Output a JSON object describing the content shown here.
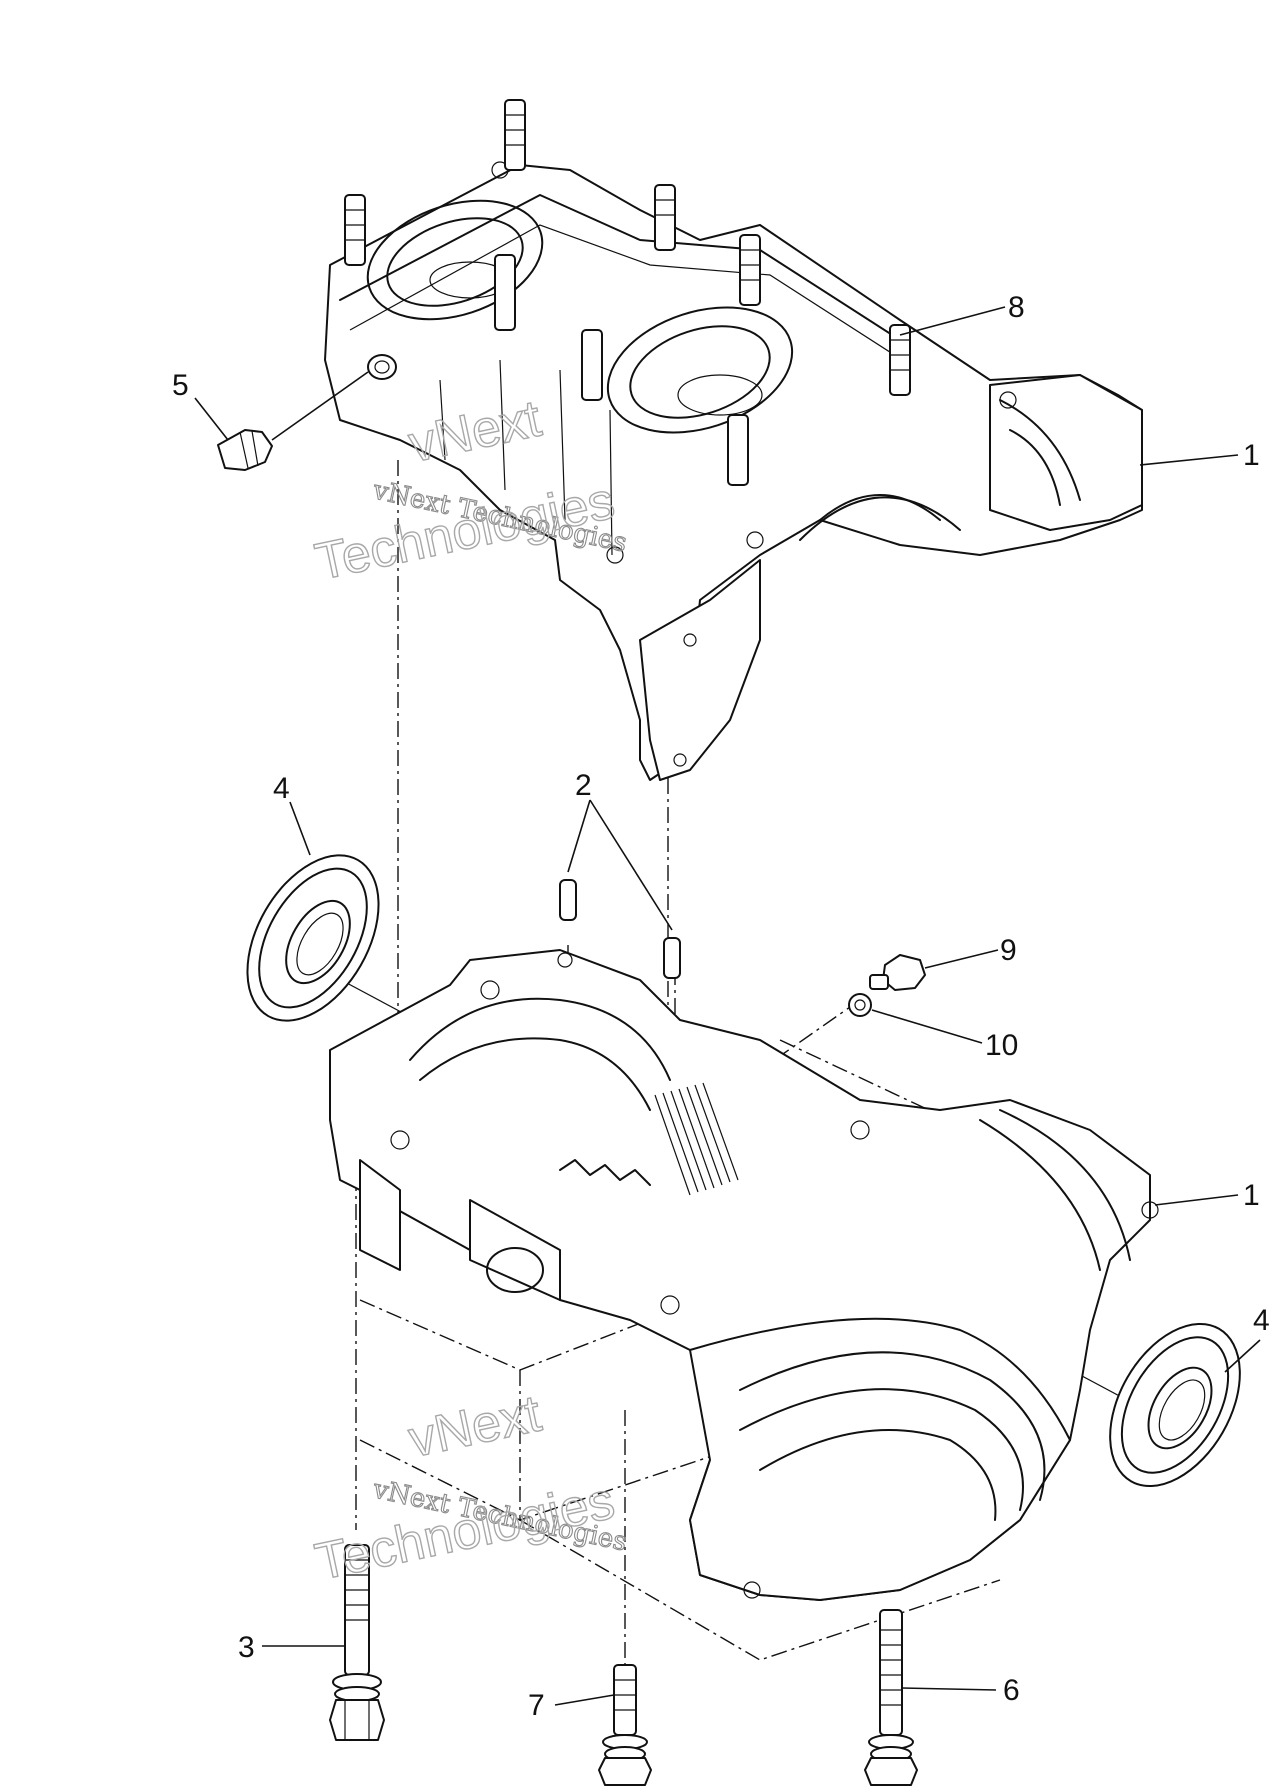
{
  "callouts": {
    "c1_upper": "1",
    "c1_lower": "1",
    "c2": "2",
    "c3": "3",
    "c4_left": "4",
    "c4_right": "4",
    "c5": "5",
    "c6": "6",
    "c7": "7",
    "c8": "8",
    "c9": "9",
    "c10": "10"
  },
  "watermarks": {
    "line1": "vNext",
    "line2": "vNext Technologies",
    "line3": "Technologies"
  }
}
